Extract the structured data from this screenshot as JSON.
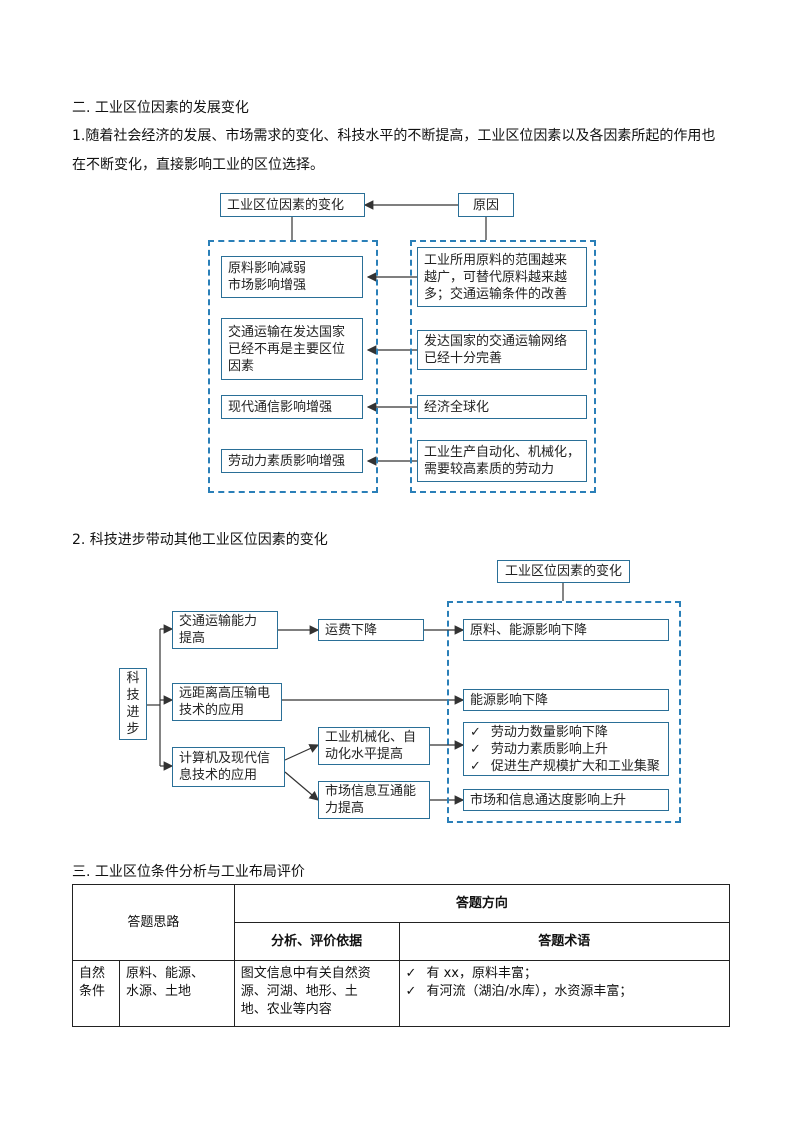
{
  "section2": {
    "heading": "二. 工业区位因素的发展变化",
    "para_line1": "1.随着社会经济的发展、市场需求的变化、科技水平的不断提高，工业区位因素以及各因素所起的作用也",
    "para_line2": "在不断变化，直接影响工业的区位选择。"
  },
  "diagram1": {
    "title_left": "工业区位因素的变化",
    "title_right": "原因",
    "left_items": [
      "原料影响减弱\n市场影响增强",
      "交通运输在发达国家\n已经不再是主要区位\n因素",
      "现代通信影响增强",
      "劳动力素质影响增强"
    ],
    "right_items": [
      "工业所用原料的范围越来\n越广，可替代原料越来越\n多；交通运输条件的改善",
      "发达国家的交通运输网络\n已经十分完善",
      "经济全球化",
      "工业生产自动化、机械化，\n需要较高素质的劳动力"
    ]
  },
  "subheading2": "2. 科技进步带动其他工业区位因素的变化",
  "diagram2": {
    "root": "科\n技\n进\n步",
    "title_right": "工业区位因素的变化",
    "b1": "交通运输能力\n提高",
    "b1_mid": "运费下降",
    "b2": "远距离高压输电\n技术的应用",
    "b3": "计算机及现代信\n息技术的应用",
    "b3a": "工业机械化、自\n动化水平提高",
    "b3b": "市场信息互通能\n力提高",
    "r1": "原料、能源影响下降",
    "r2": "能源影响下降",
    "r3_items": [
      "劳动力数量影响下降",
      "劳动力素质影响上升",
      "促进生产规模扩大和工业集聚"
    ],
    "r4": "市场和信息通达度影响上升"
  },
  "section3": {
    "heading": "三. 工业区位条件分析与工业布局评价",
    "table": {
      "col_thinking": "答题思路",
      "col_direction": "答题方向",
      "col_basis": "分析、评价依据",
      "col_terms": "答题术语",
      "row1_cat": "自然\n条件",
      "row1_sub": "原料、能源、\n水源、土地",
      "row1_basis": "图文信息中有关自然资\n源、河湖、地形、土\n地、农业等内容",
      "row1_terms": [
        "有 xx，原料丰富；",
        "有河流（湖泊/水库），水资源丰富；"
      ]
    }
  }
}
